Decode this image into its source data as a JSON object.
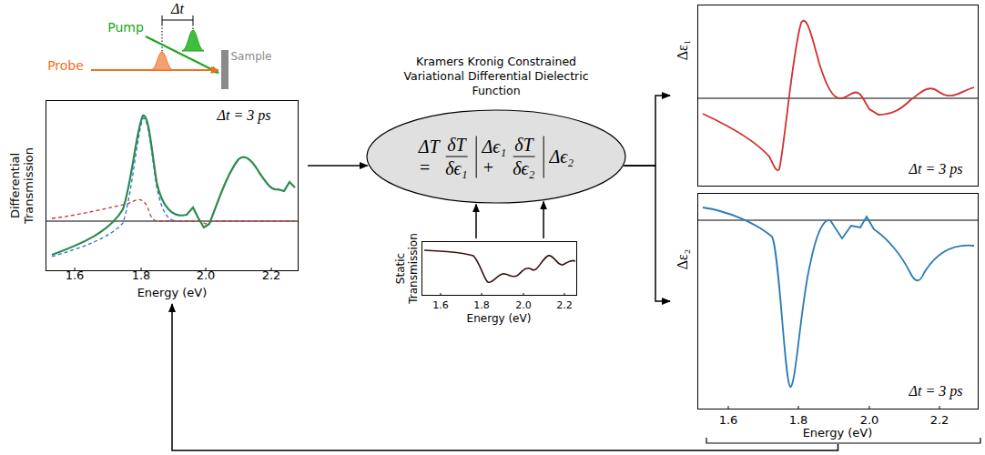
{
  "diagram": {
    "nodes": [
      {
        "text": [
          "Differential Transmission",
          "Δt = 3 ps",
          "Energy (eV)"
        ]
      },
      {
        "text": [
          "Kramers Kronig Constrained Variational Differential Dielectric Function",
          "ΔT =",
          "δT",
          "δϵ₁",
          "Δϵ₁ +",
          "δT",
          "δϵ₂",
          "Δϵ₂"
        ]
      },
      {
        "text": [
          "Static Transmission",
          "Energy (eV)"
        ]
      },
      {
        "text": [
          "Δε₁",
          "Δt = 3 ps"
        ]
      },
      {
        "text": [
          "Δε₂",
          "Δt = 3 ps",
          "Energy (eV)"
        ]
      }
    ],
    "edges": [
      {
        "from": 0,
        "to": 1,
        "arrow": "to"
      },
      {
        "from": 1,
        "to": 3,
        "arrow": "to"
      },
      {
        "from": 1,
        "to": 4,
        "arrow": "to"
      },
      {
        "from": 2,
        "to": 1,
        "arrow": "to"
      },
      {
        "from": 2,
        "to": 1,
        "arrow": "to"
      },
      {
        "from": 4,
        "to": 0,
        "arrow": "to"
      }
    ],
    "labels": [
      "Pump",
      "Δt",
      "Probe",
      "Sample",
      "1.6",
      "1.8",
      "2.0",
      "2.2",
      "1.6",
      "1.8",
      "2.0",
      "2.2",
      "1.6",
      "1.8",
      "2.0",
      "2.2"
    ]
  }
}
